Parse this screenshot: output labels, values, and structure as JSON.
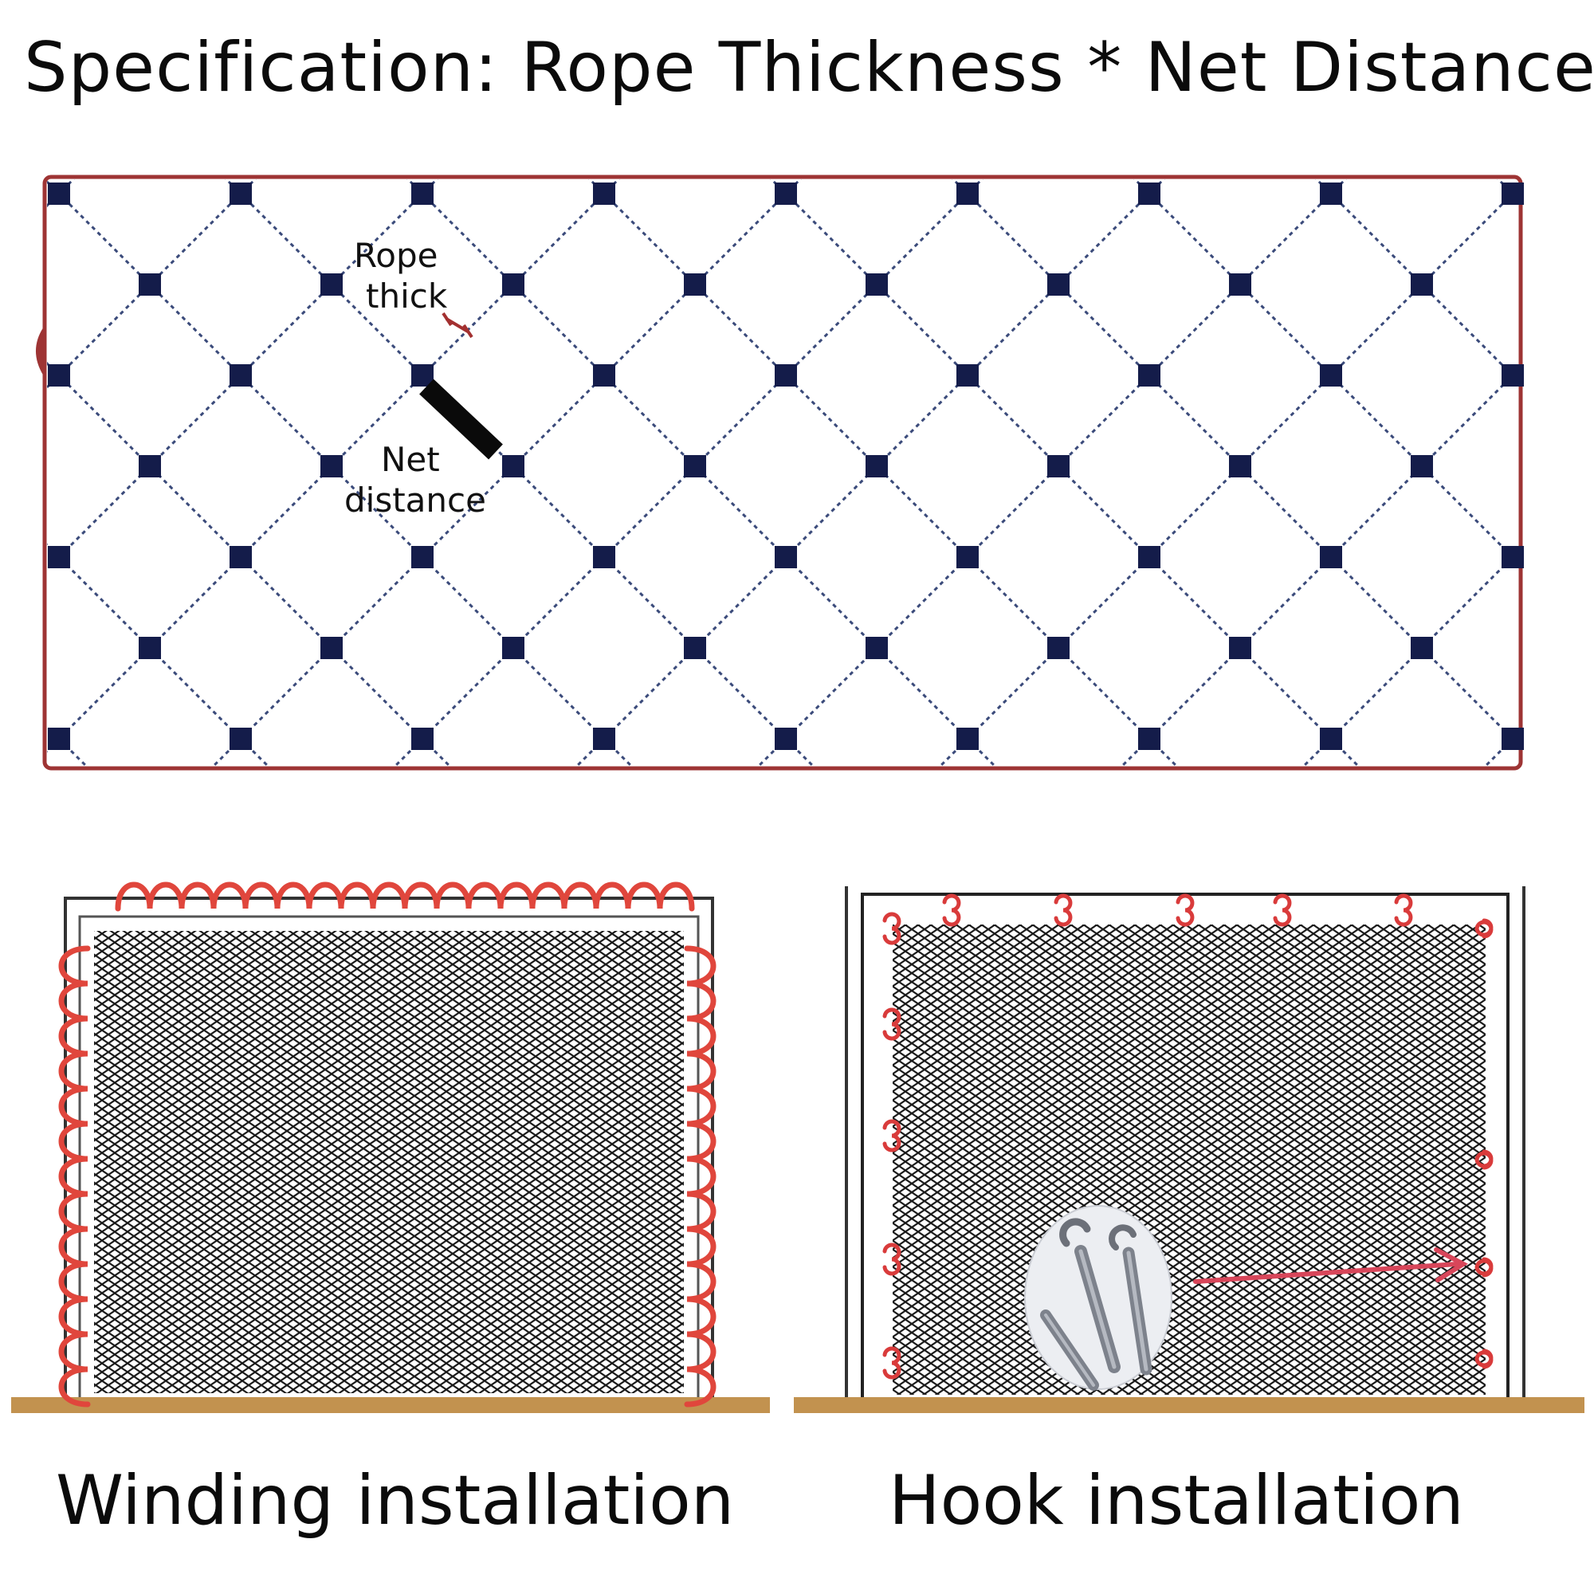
{
  "title": "Specification: Rope Thickness * Net Distance",
  "annotations": {
    "rope_thick": [
      "Rope",
      "thick"
    ],
    "net_distance": [
      "Net",
      "distance"
    ]
  },
  "captions": {
    "winding": "Winding installation",
    "hook": "Hook installation"
  },
  "colors": {
    "frame": "#9e3434",
    "knot": "#141c4a",
    "rope": "#3a4a7a",
    "winding_rope": "#e0463c",
    "hook": "#d93b3b",
    "floor": "#c2924f",
    "arrow": "#d8465a"
  }
}
